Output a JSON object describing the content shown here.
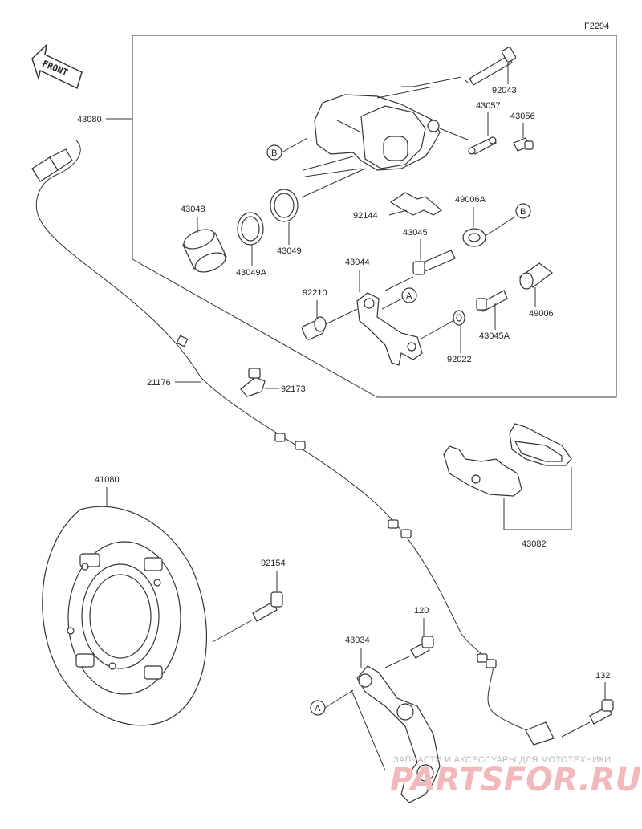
{
  "figure_code": "F2294",
  "front_label": "FRONT",
  "callouts": {
    "A": "A",
    "B": "B"
  },
  "parts": {
    "p43080": "43080",
    "p92043": "92043",
    "p43057": "43057",
    "p43056": "43056",
    "p43048": "43048",
    "p49006A": "49006A",
    "p92144": "92144",
    "p43045": "43045",
    "p43049": "43049",
    "p43049A": "43049A",
    "p43044": "43044",
    "p92210": "92210",
    "p49006": "49006",
    "p43045A": "43045A",
    "p92022": "92022",
    "p21176": "21176",
    "p92173": "92173",
    "p41080": "41080",
    "p43082": "43082",
    "p92154": "92154",
    "p120": "120",
    "p43034": "43034",
    "p132": "132"
  },
  "watermark": {
    "line1": "ЗАПЧАСТИ И АКСЕССУАРЫ ДЛЯ МОТОТЕХНИКИ",
    "line2": "PARTSFOR.RU"
  }
}
